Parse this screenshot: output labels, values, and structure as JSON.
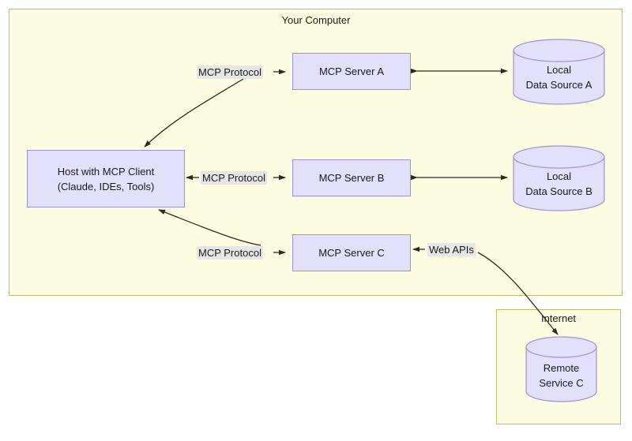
{
  "diagram": {
    "type": "architecture-flow",
    "zones": [
      {
        "id": "your-computer",
        "title": "Your Computer"
      },
      {
        "id": "internet",
        "title": "Internet"
      }
    ],
    "nodes": {
      "host": {
        "label": "Host with MCP Client\n(Claude, IDEs, Tools)",
        "shape": "rect"
      },
      "server_a": {
        "label": "MCP Server A",
        "shape": "rect"
      },
      "server_b": {
        "label": "MCP Server B",
        "shape": "rect"
      },
      "server_c": {
        "label": "MCP Server C",
        "shape": "rect"
      },
      "source_a": {
        "label": "Local\nData Source A",
        "shape": "cylinder"
      },
      "source_b": {
        "label": "Local\nData Source B",
        "shape": "cylinder"
      },
      "remote_c": {
        "label": "Remote\nService C",
        "shape": "cylinder"
      }
    },
    "edge_labels": {
      "protocol_a": "MCP Protocol",
      "protocol_b": "MCP Protocol",
      "protocol_c": "MCP Protocol",
      "web_apis": "Web APIs"
    },
    "colors": {
      "zone_fill": "#fcfce0",
      "zone_stroke": "#b8bd70",
      "node_fill": "#e2e0fb",
      "node_stroke": "#9a92d8",
      "edge_stroke": "#2b2b1f",
      "label_fill": "#e6e6e6",
      "text": "#1a1a1a",
      "page_background": "#ffffff"
    }
  }
}
